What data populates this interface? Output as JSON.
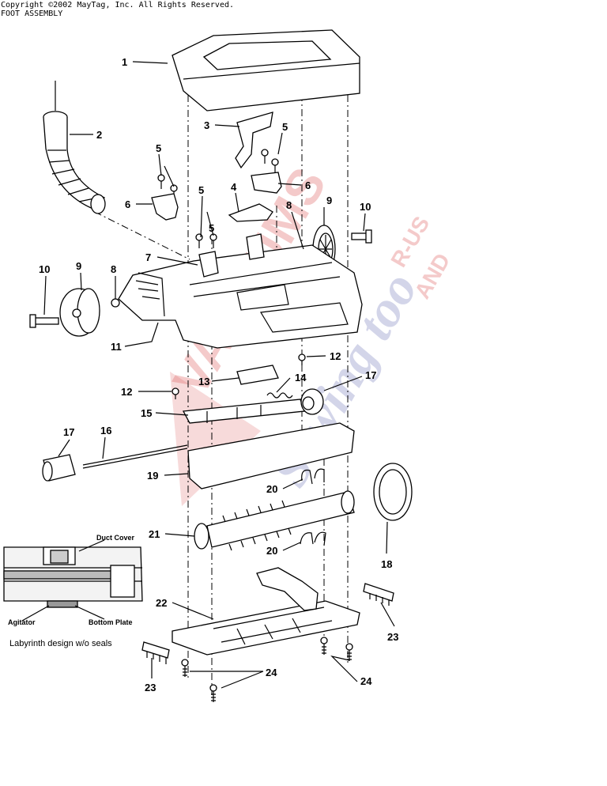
{
  "header": {
    "copyright": "Copyright ©2002 MayTag, Inc. All Rights Reserved.",
    "title": "FOOT ASSEMBLY"
  },
  "watermark": {
    "line1": "VACUUMS",
    "line2": "R-US",
    "line3": "AND",
    "line4": "Sewing too"
  },
  "inset": {
    "duct_cover": "Duct Cover",
    "agitator": "Agitator",
    "bottom_plate": "Bottom Plate",
    "caption": "Labyrinth design w/o seals"
  },
  "callouts": [
    "1",
    "2",
    "3",
    "5",
    "5",
    "6",
    "5",
    "6",
    "4",
    "9",
    "10",
    "5",
    "8",
    "7",
    "10",
    "9",
    "8",
    "11",
    "12",
    "13",
    "14",
    "17",
    "12",
    "15",
    "17",
    "16",
    "19",
    "20",
    "21",
    "20",
    "18",
    "22",
    "23",
    "23",
    "24",
    "24"
  ],
  "colors": {
    "ink": "#000000",
    "watermark_red": "#e06a6a",
    "watermark_blue": "#6f76b8"
  }
}
